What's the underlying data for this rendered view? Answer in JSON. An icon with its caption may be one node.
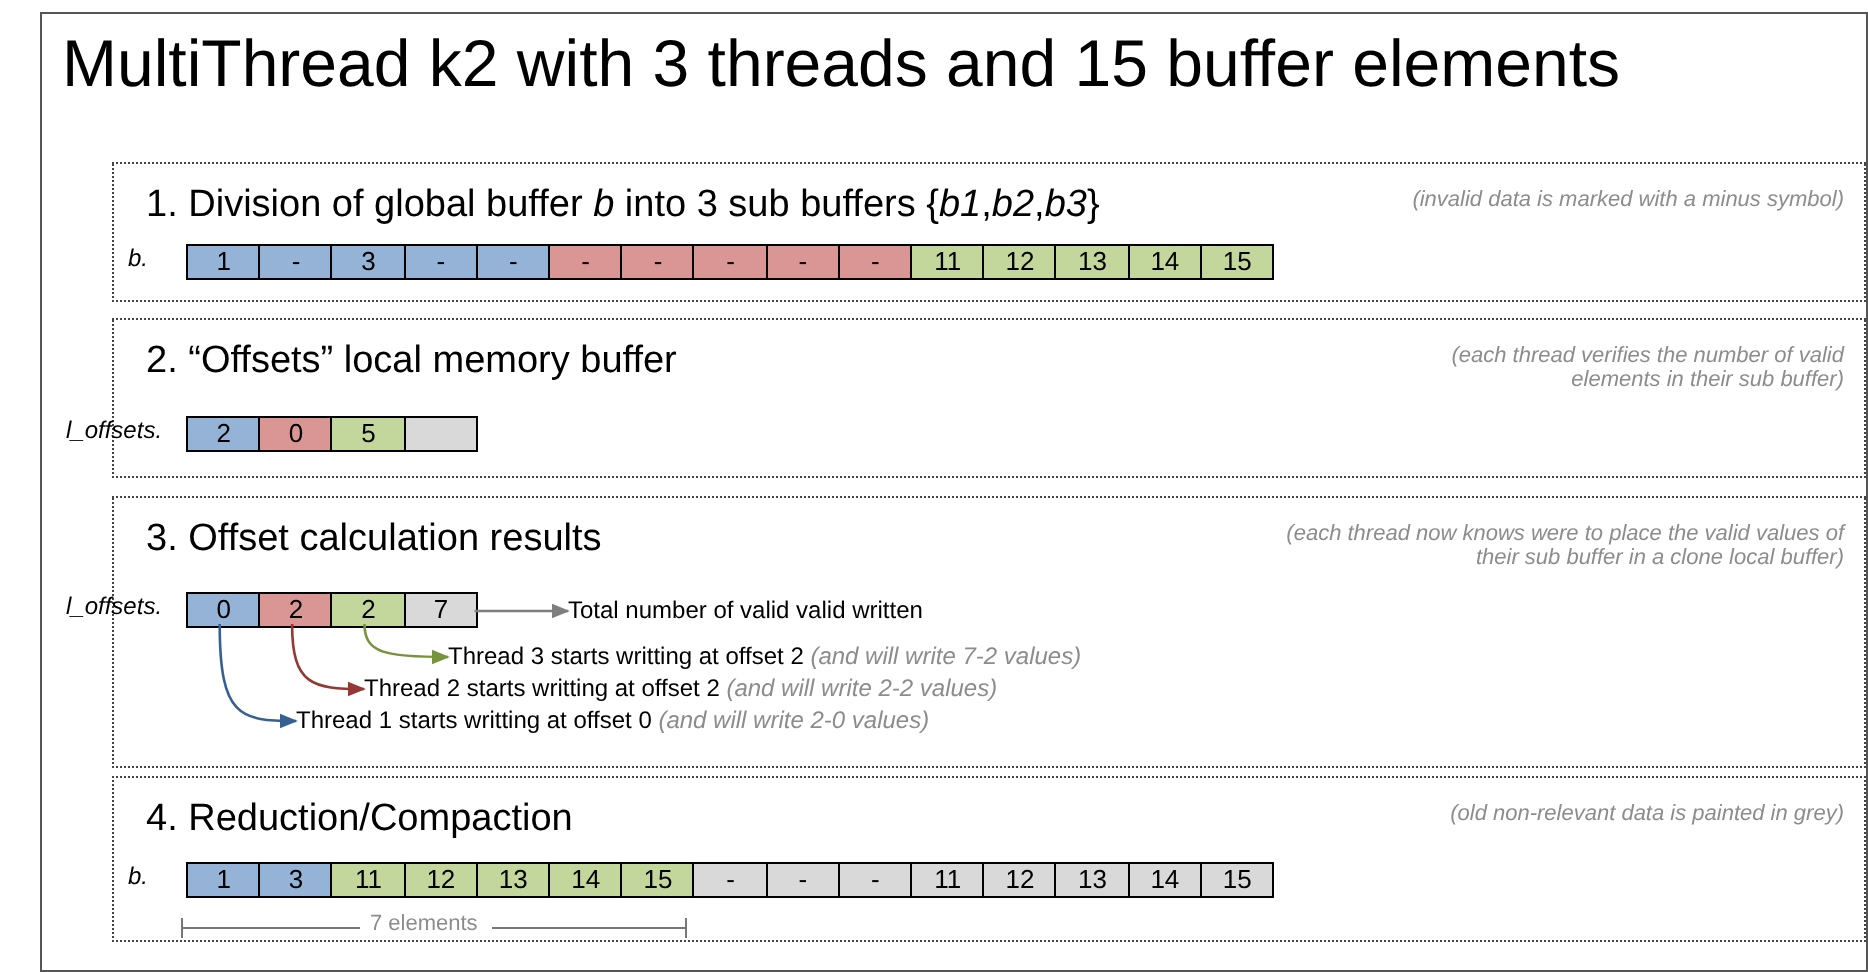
{
  "diagram": {
    "nodes": [
      {
        "text": [
          "MultiThread k2 with 3 threads and 15 buffer elements"
        ]
      },
      {
        "text": [
          "1. Division of global buffer *b* into 3 sub buffers {*b1*,*b2*,*b3*}",
          "(invalid data is marked with a minus symbol)"
        ],
        "in": 0
      },
      {
        "text": [
          "1"
        ],
        "in": 1
      },
      {
        "text": [
          "-"
        ],
        "in": 1
      },
      {
        "text": [
          "3"
        ],
        "in": 1
      },
      {
        "text": [
          "-"
        ],
        "in": 1
      },
      {
        "text": [
          "-"
        ],
        "in": 1
      },
      {
        "text": [
          "-"
        ],
        "in": 1
      },
      {
        "text": [
          "-"
        ],
        "in": 1
      },
      {
        "text": [
          "-"
        ],
        "in": 1
      },
      {
        "text": [
          "-"
        ],
        "in": 1
      },
      {
        "text": [
          "-"
        ],
        "in": 1
      },
      {
        "text": [
          "11"
        ],
        "in": 1
      },
      {
        "text": [
          "12"
        ],
        "in": 1
      },
      {
        "text": [
          "13"
        ],
        "in": 1
      },
      {
        "text": [
          "14"
        ],
        "in": 1
      },
      {
        "text": [
          "15"
        ],
        "in": 1
      },
      {
        "text": [
          "2. “Offsets” local memory buffer",
          "(each thread verifies the number of valid elements in their sub buffer)"
        ],
        "in": 0
      },
      {
        "text": [
          "2"
        ],
        "in": 17
      },
      {
        "text": [
          "0"
        ],
        "in": 17
      },
      {
        "text": [
          "5"
        ],
        "in": 17
      },
      {
        "text": [],
        "shape": "box",
        "in": 17
      },
      {
        "text": [
          "3. Offset calculation results",
          "(each thread now knows were to place the valid values of their sub buffer in a clone local buffer)"
        ],
        "in": 0
      },
      {
        "text": [
          "0"
        ],
        "in": 22
      },
      {
        "text": [
          "2"
        ],
        "in": 22
      },
      {
        "text": [
          "2"
        ],
        "in": 22
      },
      {
        "text": [
          "7"
        ],
        "in": 22
      },
      {
        "text": [
          "Total number of valid valid written"
        ],
        "in": 22
      },
      {
        "text": [
          "Thread 3 starts writting at offset 2 *(and will write 7-2 values)*"
        ],
        "in": 22
      },
      {
        "text": [
          "Thread 2 starts writting at offset 2 *(and will write 2-2 values)*"
        ],
        "in": 22
      },
      {
        "text": [
          "Thread 1 starts writting at offset 0 *(and will write 2-0 values)*"
        ],
        "in": 22
      },
      {
        "text": [
          "4. Reduction/Compaction",
          "(old non-relevant data is painted in grey)"
        ],
        "in": 0
      },
      {
        "text": [
          "1"
        ],
        "in": 31
      },
      {
        "text": [
          "3"
        ],
        "in": 31
      },
      {
        "text": [
          "11"
        ],
        "in": 31
      },
      {
        "text": [
          "12"
        ],
        "in": 31
      },
      {
        "text": [
          "13"
        ],
        "in": 31
      },
      {
        "text": [
          "14"
        ],
        "in": 31
      },
      {
        "text": [
          "15"
        ],
        "in": 31
      },
      {
        "text": [
          "-"
        ],
        "in": 31
      },
      {
        "text": [
          "-"
        ],
        "in": 31
      },
      {
        "text": [
          "-"
        ],
        "in": 31
      },
      {
        "text": [
          "11"
        ],
        "in": 31
      },
      {
        "text": [
          "12"
        ],
        "in": 31
      },
      {
        "text": [
          "13"
        ],
        "in": 31
      },
      {
        "text": [
          "14"
        ],
        "in": 31
      },
      {
        "text": [
          "15"
        ],
        "in": 31
      }
    ],
    "edges": [
      {
        "from": 26,
        "to": 27,
        "arrow": "to",
        "color": "#7f7f7f"
      },
      {
        "from": 25,
        "to": 28,
        "arrow": "to",
        "color": "#77933c"
      },
      {
        "from": 24,
        "to": 29,
        "arrow": "to",
        "color": "#953735"
      },
      {
        "from": 23,
        "to": 30,
        "arrow": "to",
        "color": "#376092"
      }
    ],
    "labels": [
      "b.",
      "l_offsets.",
      "l_offsets.",
      "b.",
      "7 elements"
    ]
  }
}
